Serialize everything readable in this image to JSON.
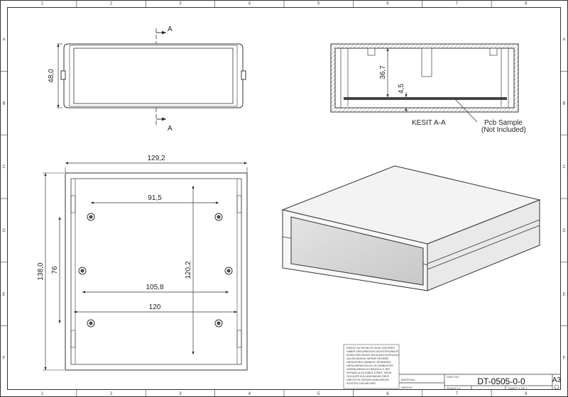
{
  "sheet": {
    "zone_cols": [
      "1",
      "2",
      "3",
      "4",
      "5",
      "6",
      "7",
      "8"
    ],
    "zone_rows": [
      "A",
      "B",
      "C",
      "D",
      "E",
      "F"
    ]
  },
  "top_view": {
    "width_dim": "48,0",
    "section_arrow": "A"
  },
  "section_view": {
    "dim_height": "36,7",
    "dim_pcb": "4,5",
    "caption": "KESIT A-A",
    "pcb_label_1": "Pcb Sample",
    "pcb_label_2": "(Not Included)"
  },
  "plan_view": {
    "width_overall": "129,2",
    "height_overall": "138,0",
    "hole_spacing_top": "91,5",
    "hole_spacing_mid": "105,8",
    "hole_spacing_bottom": "120",
    "hole_height_76": "76",
    "hole_height_120": "120,2"
  },
  "notes": {
    "lines": [
      "DIKKAT: BU RESIM VE OKUK ÖNCEDEN",
      "HABER VERILMEKSIZIN DEGISTIRILEBILIR.",
      "KESIM ÖZELIKLERI HATALARIZ KESINLIKLE",
      "ÇALISILMASINA YAPIMIS RESIMDE",
      "HATALAR BULUNABILIR. RESIMDEKI",
      "HATALARDAN DOLAYI OLUSABILECEK",
      "ZARARLARDAN ALTINKAYA A.S. BIR",
      "SORUMLULUK KABUL ETMEZ. ÜRÜN",
      "ÖLÇÜLERI KULLANILMADAN ÖNCE",
      "ÜRETICIYE GERÇEK NUMUNEDEN",
      "KONTROL EDILMELIDIR."
    ]
  },
  "title_block": {
    "material_label": "MATERIAL:",
    "weight_label": "WEIGHT:",
    "dwg_label": "DWG NO.",
    "dwg_no": "DT-0505-0-0",
    "size": "A3",
    "scale": "SCALE:1:1",
    "sheet": "SHEET 1 OF 1"
  }
}
